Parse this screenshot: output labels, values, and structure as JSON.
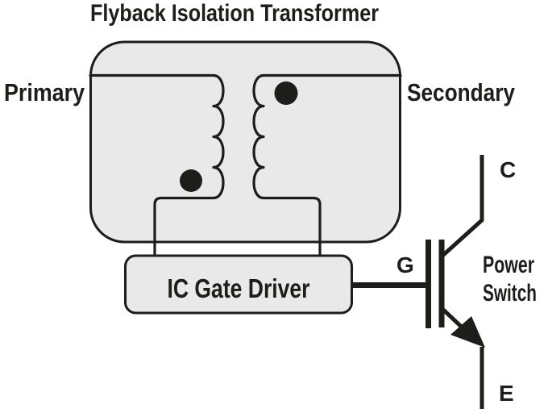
{
  "title": "Flyback Isolation Transformer",
  "labels": {
    "primary": "Primary",
    "secondary": "Secondary",
    "ic_gate_driver": "IC Gate Driver",
    "gate": "G",
    "collector": "C",
    "emitter": "E",
    "power_switch": [
      "Power",
      "Switch"
    ]
  },
  "colors": {
    "title_text": "#1E97A1",
    "diagram_lines": "#1D1D1B",
    "component_fill": "#E9E9E9",
    "background": "#FFFFFF"
  }
}
